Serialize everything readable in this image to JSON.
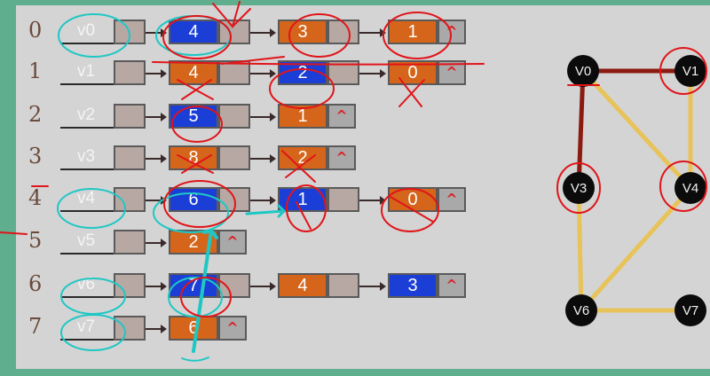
{
  "rows": [
    {
      "index": "0",
      "vertex": "v0",
      "edges": [
        {
          "value": "4",
          "color": "blue"
        },
        {
          "value": "3",
          "color": "orange"
        },
        {
          "value": "1",
          "color": "orange"
        }
      ]
    },
    {
      "index": "1",
      "vertex": "v1",
      "edges": [
        {
          "value": "4",
          "color": "orange"
        },
        {
          "value": "2",
          "color": "blue"
        },
        {
          "value": "0",
          "color": "orange"
        }
      ]
    },
    {
      "index": "2",
      "vertex": "v2",
      "edges": [
        {
          "value": "5",
          "color": "blue"
        },
        {
          "value": "1",
          "color": "orange"
        }
      ]
    },
    {
      "index": "3",
      "vertex": "v3",
      "edges": [
        {
          "value": "8",
          "color": "orange"
        },
        {
          "value": "2",
          "color": "orange"
        }
      ]
    },
    {
      "index": "4",
      "vertex": "v4",
      "edges": [
        {
          "value": "6",
          "color": "blue"
        },
        {
          "value": "1",
          "color": "blue"
        },
        {
          "value": "0",
          "color": "orange"
        }
      ]
    },
    {
      "index": "5",
      "vertex": "v5",
      "edges": [
        {
          "value": "2",
          "color": "orange"
        }
      ]
    },
    {
      "index": "6",
      "vertex": "v6",
      "edges": [
        {
          "value": "7",
          "color": "blue"
        },
        {
          "value": "4",
          "color": "orange"
        },
        {
          "value": "3",
          "color": "blue"
        }
      ]
    },
    {
      "index": "7",
      "vertex": "v7",
      "edges": [
        {
          "value": "6",
          "color": "orange"
        }
      ]
    }
  ],
  "null_marker": "^",
  "graph": {
    "nodes": [
      {
        "id": "v0",
        "label": "V0"
      },
      {
        "id": "v1",
        "label": "V1"
      },
      {
        "id": "v3",
        "label": "V3"
      },
      {
        "id": "v4",
        "label": "V4"
      },
      {
        "id": "v6",
        "label": "V6"
      },
      {
        "id": "v7",
        "label": "V7"
      }
    ],
    "edges": [
      {
        "from": "v0",
        "to": "v1",
        "color": "#8b1a10"
      },
      {
        "from": "v0",
        "to": "v3",
        "color": "#8b1a10"
      },
      {
        "from": "v0",
        "to": "v4",
        "color": "#e8c35a"
      },
      {
        "from": "v1",
        "to": "v4",
        "color": "#e8c35a"
      },
      {
        "from": "v3",
        "to": "v6",
        "color": "#e8c35a"
      },
      {
        "from": "v4",
        "to": "v6",
        "color": "#e8c35a"
      },
      {
        "from": "v6",
        "to": "v7",
        "color": "#e8c35a"
      }
    ]
  },
  "colors": {
    "orange": "#d5651a",
    "blue": "#1b3ed6",
    "gray": "#b7a8a3",
    "annotation_red": "#e0151a",
    "annotation_cyan": "#1fc7c4"
  }
}
